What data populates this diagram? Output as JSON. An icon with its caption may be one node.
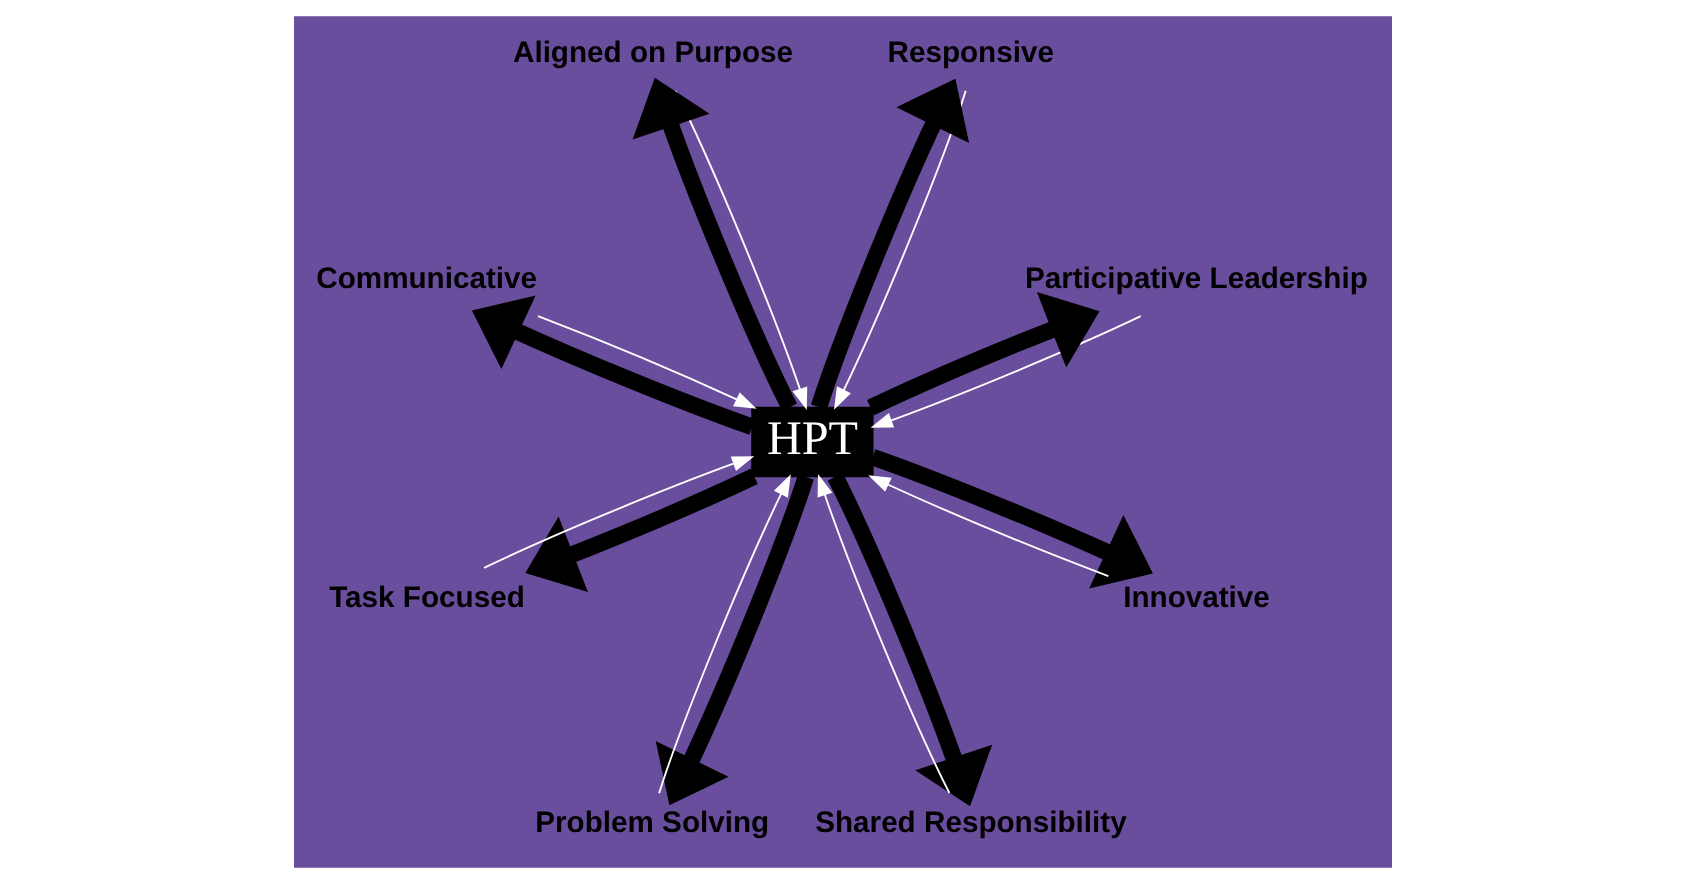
{
  "diagram": {
    "nodes": [
      {
        "text": [
          "Participative Leadership"
        ]
      },
      {
        "text": [
          "Responsive"
        ]
      },
      {
        "text": [
          "Aligned on Purpose"
        ]
      },
      {
        "text": [
          "Communicative"
        ]
      },
      {
        "text": [
          "HPT"
        ]
      },
      {
        "text": [
          "Task Focused"
        ]
      },
      {
        "text": [
          "Problem Solving"
        ]
      },
      {
        "text": [
          "Shared Responsibility"
        ]
      },
      {
        "text": [
          "Innovative"
        ]
      }
    ],
    "edges": [
      {
        "from": 4,
        "to": 0,
        "arrow": "to",
        "style": "thick"
      },
      {
        "from": 4,
        "to": 2,
        "arrow": "to",
        "style": "thick"
      },
      {
        "from": 4,
        "to": 5,
        "arrow": "to",
        "style": "thick"
      },
      {
        "from": 4,
        "to": 7,
        "arrow": "to",
        "style": "thick"
      },
      {
        "from": 4,
        "to": 8,
        "arrow": "to",
        "style": "thick"
      },
      {
        "from": 4,
        "to": 6,
        "arrow": "to",
        "style": "thick"
      },
      {
        "from": 4,
        "to": 3,
        "arrow": "to",
        "style": "thick"
      },
      {
        "from": 4,
        "to": 1,
        "arrow": "to",
        "style": "thick"
      },
      {
        "from": 0,
        "to": 4,
        "arrow": "to",
        "color": "#ffffff"
      },
      {
        "from": 2,
        "to": 4,
        "arrow": "to",
        "color": "#ffffff"
      },
      {
        "from": 5,
        "to": 4,
        "arrow": "to",
        "color": "#ffffff"
      },
      {
        "from": 7,
        "to": 4,
        "arrow": "to",
        "color": "#ffffff"
      },
      {
        "from": 8,
        "to": 4,
        "arrow": "to",
        "color": "#ffffff"
      },
      {
        "from": 6,
        "to": 4,
        "arrow": "to",
        "color": "#ffffff"
      },
      {
        "from": 3,
        "to": 4,
        "arrow": "to",
        "color": "#ffffff"
      },
      {
        "from": 1,
        "to": 4,
        "arrow": "to",
        "color": "#ffffff"
      }
    ]
  }
}
